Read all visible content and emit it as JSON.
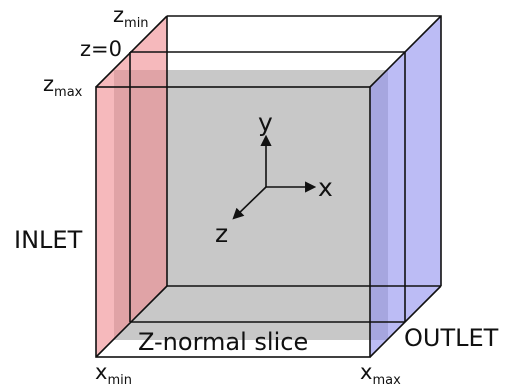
{
  "labels": {
    "z_min": {
      "base": "z",
      "sub": "min"
    },
    "z_zero": "z=0",
    "z_max": {
      "base": "z",
      "sub": "max"
    },
    "inlet": "INLET",
    "outlet": "OUTLET",
    "slice": "Z-normal slice",
    "x_min": {
      "base": "x",
      "sub": "min"
    },
    "x_max": {
      "base": "x",
      "sub": "max"
    },
    "axis_x": "x",
    "axis_y": "y",
    "axis_z": "z"
  },
  "colors": {
    "inlet_face": "#f08a8f",
    "outlet_face": "#8f8fef",
    "slice_face": "#c8c8c8",
    "edge": "#111111"
  }
}
